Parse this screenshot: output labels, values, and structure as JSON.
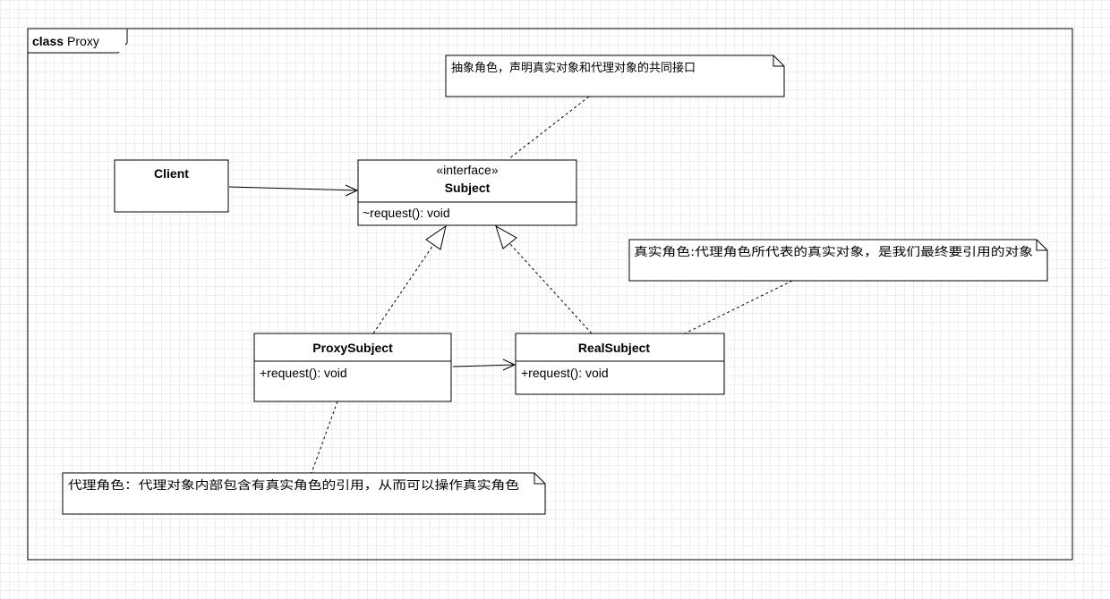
{
  "frame": {
    "keyword": "class",
    "name": "Proxy"
  },
  "classes": {
    "client": {
      "name": "Client"
    },
    "subject": {
      "stereotype": "«interface»",
      "name": "Subject",
      "operation": "~request(): void"
    },
    "proxy_subject": {
      "name": "ProxySubject",
      "operation": "+request(): void"
    },
    "real_subject": {
      "name": "RealSubject",
      "operation": "+request(): void"
    }
  },
  "notes": {
    "subject_note": "抽象角色，声明真实对象和代理对象的共同接口",
    "real_note": "真实角色:代理角色所代表的真实对象，是我们最终要引用的对象",
    "proxy_note": "代理角色：代理对象内部包含有真实角色的引用，从而可以操作真实角色"
  },
  "colors": {
    "line": "#000000",
    "note_fill": "#ffffff",
    "grid": "#eeeeee"
  }
}
